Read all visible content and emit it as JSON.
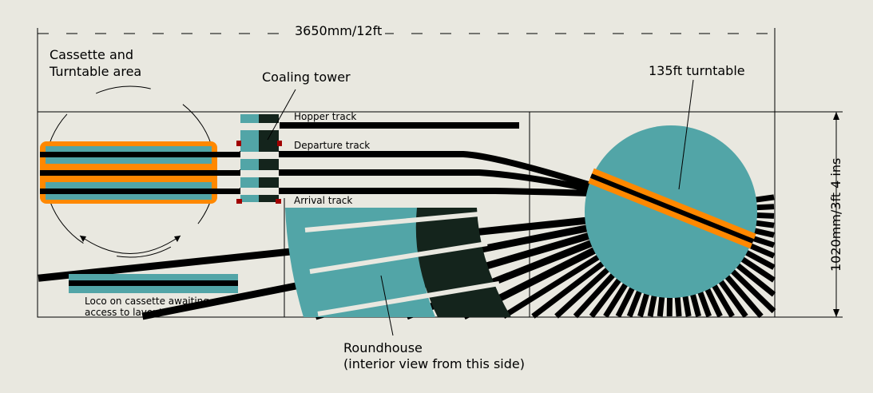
{
  "title_dimension": "3650mm/12ft",
  "side_dimension": "1020mm/3ft 4 ins",
  "labels": {
    "cassette_area": "Cassette and Turntable area",
    "coaling_tower": "Coaling tower",
    "turntable": "135ft turntable",
    "hopper_track": "Hopper track",
    "departure_track": "Departure track",
    "arrival_track": "Arrival track",
    "loco_cassette": "Loco on cassette awaiting access to layout",
    "roundhouse": "Roundhouse",
    "roundhouse_note": "(interior view from this side)"
  },
  "colors": {
    "teal": "#52a5a7",
    "dark": "#14241c",
    "orange": "#ff8800",
    "track": "#000000",
    "bg": "#e9e8e0",
    "marker": "#a00000"
  }
}
